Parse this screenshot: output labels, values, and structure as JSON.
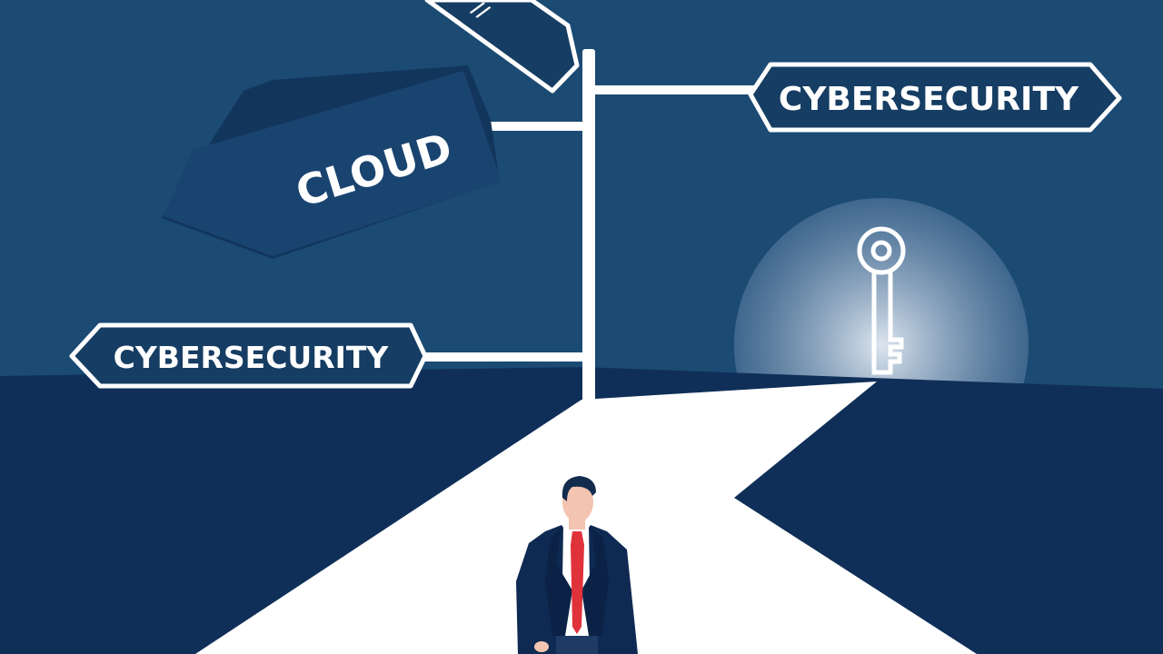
{
  "signs": {
    "right": "CYBERSECURITY",
    "left": "CYBERSECURITY",
    "fallen": "CLOUD",
    "top": "//"
  },
  "colors": {
    "sky": "#1b4a73",
    "ground": "#0f2f58",
    "path": "#ffffff",
    "sign_outline": "#ffffff",
    "suit": "#0f2a52",
    "tie": "#e0323b",
    "skin": "#f3c4b0",
    "hair": "#132c4d",
    "glow": "#c9d6e6"
  }
}
